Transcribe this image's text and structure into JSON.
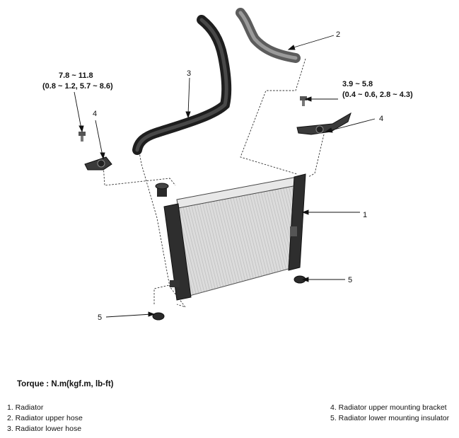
{
  "callouts": {
    "c1": "1",
    "c2": "2",
    "c3": "3",
    "c4_left": "4",
    "c4_right": "4",
    "c5_left": "5",
    "c5_right": "5"
  },
  "torque_left": {
    "line1": "7.8 ~ 11.8",
    "line2": "(0.8 ~ 1.2, 5.7 ~ 8.6)"
  },
  "torque_right": {
    "line1": "3.9 ~ 5.8",
    "line2": "(0.4 ~ 0.6, 2.8 ~ 4.3)"
  },
  "torque_title": "Torque : N.m(kgf.m, lb-ft)",
  "legend_left": [
    "1. Radiator",
    "2. Radiator upper hose",
    "3. Radiator lower hose"
  ],
  "legend_right": [
    "4. Radiator upper mounting bracket",
    "5. Radiator lower mounting insulator"
  ]
}
